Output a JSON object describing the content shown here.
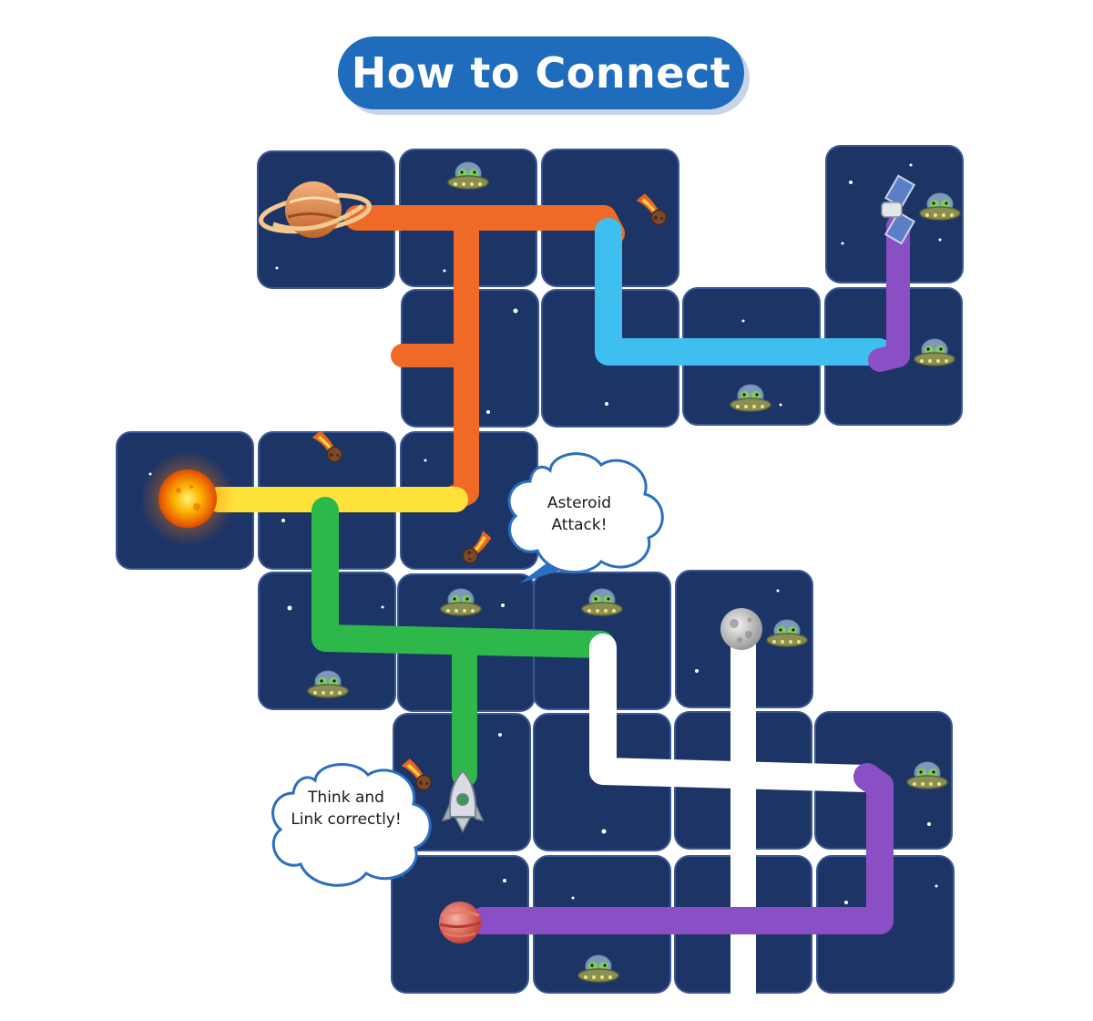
{
  "title": "How to Connect",
  "callouts": [
    {
      "id": "asteroid",
      "line1": "Asteroid",
      "line2": "Attack!"
    },
    {
      "id": "think",
      "line1": "Think and",
      "line2": "Link correctly!"
    }
  ],
  "colors": {
    "tile": "#1d3566",
    "tile_edge": "#3a5796",
    "path_orange": "#ef6a26",
    "path_blue": "#3fbff0",
    "path_yellow": "#ffe23a",
    "path_green": "#2fb84a",
    "path_white": "#ffffff",
    "path_purple": "#8a4fc4",
    "title_bg": "#1f6cbc"
  },
  "pieces": [
    "saturn-icon",
    "sun-icon",
    "moon-icon",
    "mars-icon",
    "rocket-icon",
    "satellite-icon",
    "ufo-alien-icon",
    "asteroid-icon"
  ]
}
